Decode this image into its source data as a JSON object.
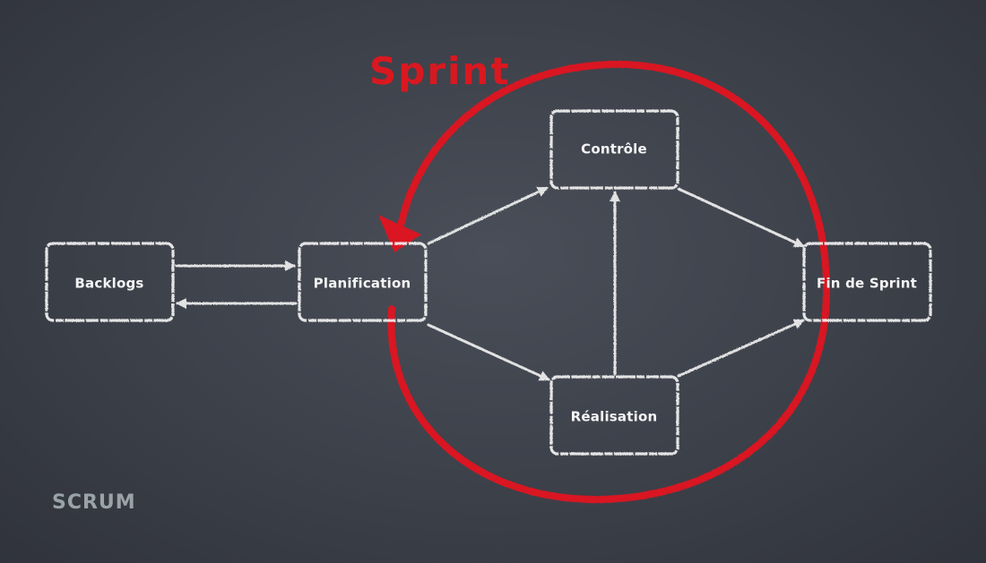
{
  "diagram": {
    "sprint_label": "Sprint",
    "footer_label": "SCRUM",
    "nodes": {
      "backlogs": "Backlogs",
      "planification": "Planification",
      "controle": "Contrôle",
      "realisation": "Réalisation",
      "fin_de_sprint": "Fin de Sprint"
    }
  },
  "colors": {
    "sprint_loop": "#d91820",
    "chalk": "#f2f2f2",
    "board": "#3c4049"
  }
}
